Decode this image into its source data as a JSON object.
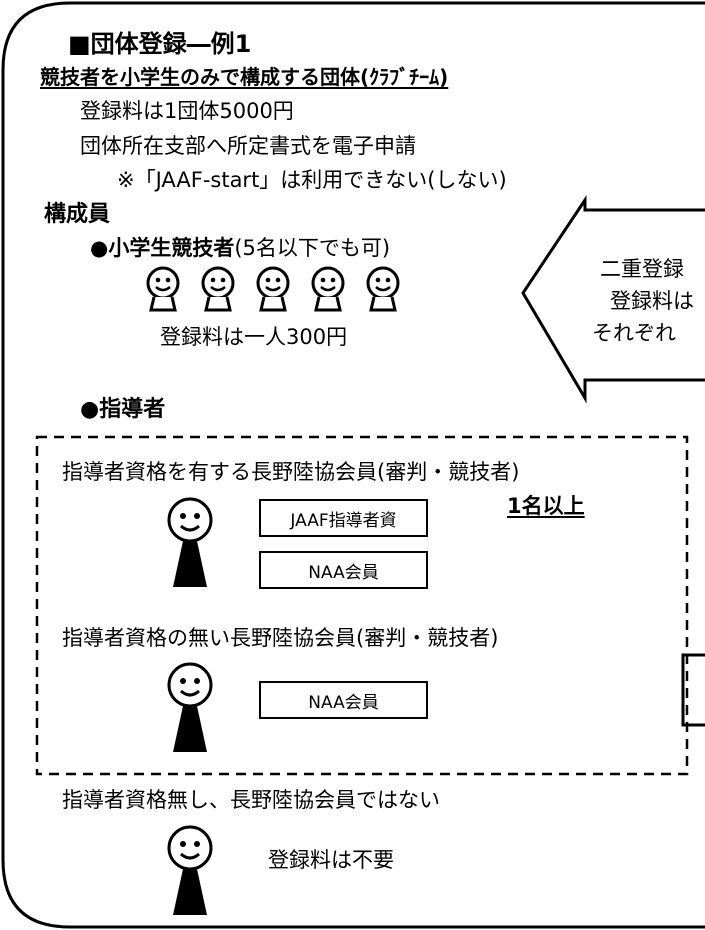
{
  "title": "■団体登録―例1",
  "subtitle": "競技者を小学生のみで構成する団体(ｸﾗﾌﾞﾁｰﾑ)",
  "intro": {
    "line1": "登録料は1団体5000円",
    "line2": "団体所在支部へ所定書式を電子申請",
    "line3": "※「JAAF-start」は利用できない(しない)"
  },
  "members_heading": "構成員",
  "students": {
    "bullet_bold": "●小学生競技者",
    "note": "(5名以下でも可)",
    "fee": "登録料は一人300円"
  },
  "callout": {
    "line1": "二重登録",
    "line2": "登録料は",
    "line3": "それぞれ"
  },
  "leaders_heading": "●指導者",
  "leader_group1": {
    "label": "指導者資格を有する長野陸協会員(審判・競技者)",
    "badge1": "JAAF指導者資",
    "badge2": "NAA会員",
    "min_count": "1名以上"
  },
  "leader_group2": {
    "label": "指導者資格の無い長野陸協会員(審判・競技者)",
    "badge1": "NAA会員"
  },
  "non_member": {
    "label": "指導者資格無し、長野陸協会員ではない",
    "fee": "登録料は不要"
  }
}
